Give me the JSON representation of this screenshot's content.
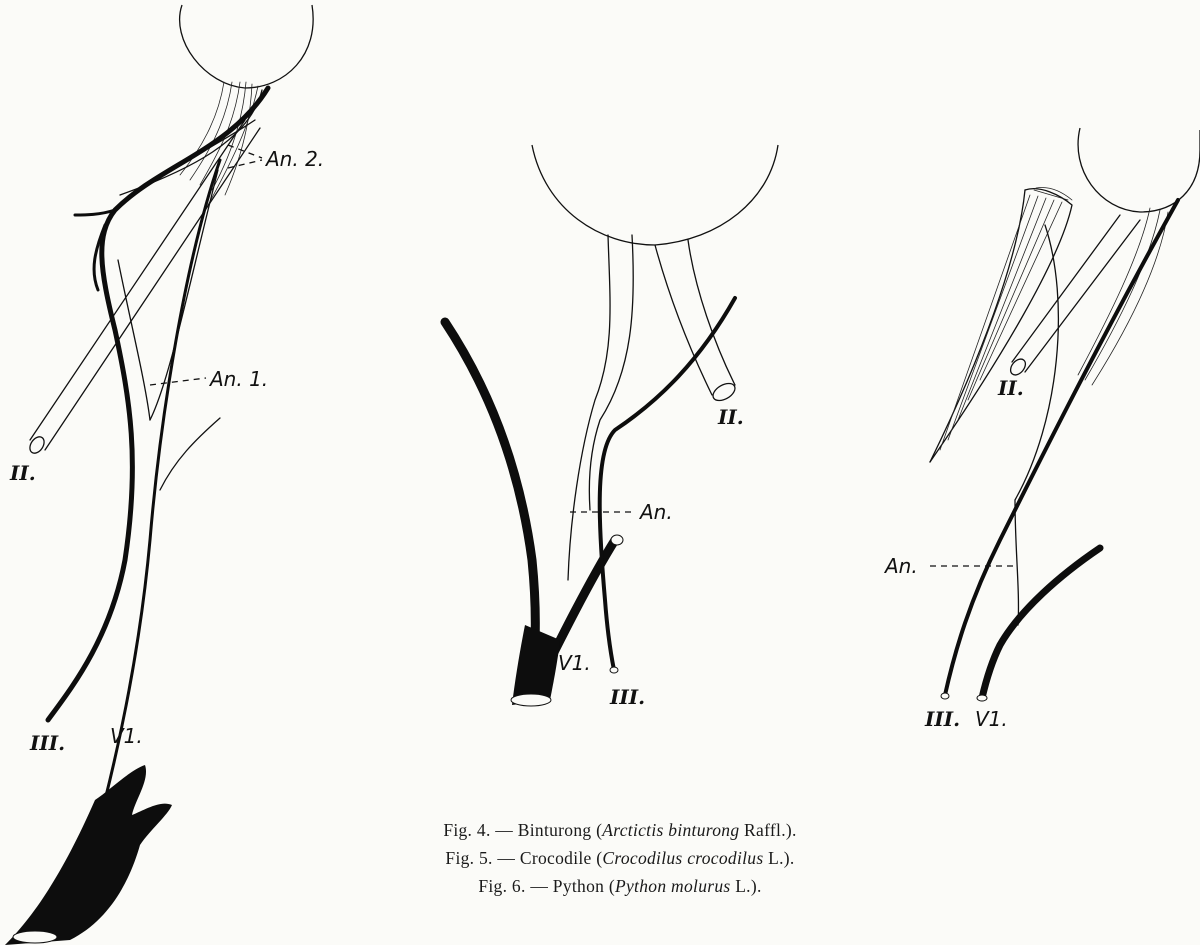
{
  "figures": [
    {
      "id": "fig4",
      "labels": {
        "an2": "An. 2.",
        "an1": "An. 1.",
        "ii": "II.",
        "iii": "III.",
        "v1": "V1."
      }
    },
    {
      "id": "fig5",
      "labels": {
        "an": "An.",
        "ii": "II.",
        "iii": "III.",
        "v1": "V1."
      }
    },
    {
      "id": "fig6",
      "labels": {
        "an": "An.",
        "ii": "II.",
        "iii": "III.",
        "v1": "V1."
      }
    }
  ],
  "captions": [
    {
      "prefix": "Fig. 4. — Binturong (",
      "species": "Arctictis binturong",
      "suffix": " Raffl.)."
    },
    {
      "prefix": "Fig. 5. — Crocodile (",
      "species": "Crocodilus crocodilus",
      "suffix": " L.)."
    },
    {
      "prefix": "Fig. 6. — Python (",
      "species": "Python molurus",
      "suffix": " L.)."
    }
  ]
}
